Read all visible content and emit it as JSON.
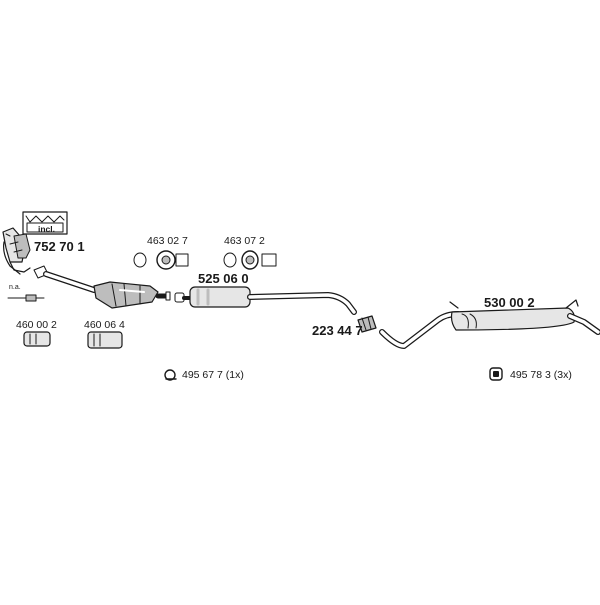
{
  "diagram": {
    "incl_box": {
      "label": "incl."
    },
    "na_note": "n.a.",
    "parts": {
      "p752701": "752 70 1",
      "p463027": "463 02 7",
      "p463072": "463 07 2",
      "p525060": "525 06 0",
      "p223447": "223 44 7",
      "p530002": "530 00 2",
      "p460002": "460 00 2",
      "p460064": "460 06 4"
    },
    "accessories": {
      "clamp": "495 67 7 (1x)",
      "hanger": "495 78 3 (3x)"
    }
  },
  "colors": {
    "line": "#1a1a1a",
    "shade": "#bdbdbd",
    "fill": "#e6e6e6"
  }
}
